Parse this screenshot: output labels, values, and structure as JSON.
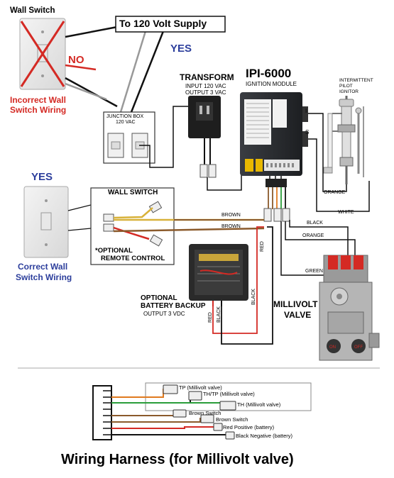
{
  "top": {
    "wall_switch_label": "Wall Switch",
    "supply_label": "To 120 Volt Supply",
    "no_label": "NO",
    "yes_label": "YES",
    "incorrect_label_1": "Incorrect Wall",
    "incorrect_label_2": "Switch Wiring",
    "junction_box_1": "JUNCTION BOX",
    "junction_box_2": "120 VAC"
  },
  "transformer": {
    "title": "TRANSFORM",
    "line1": "INPUT 120 VAC",
    "line2": "OUTPUT 3 VAC"
  },
  "module": {
    "title": "IPI-6000",
    "subtitle": "IGNITION MODULE",
    "terminal_i": "I",
    "terminal_s": "S"
  },
  "igniter": {
    "line1": "INTERMITTENT",
    "line2": "PILOT",
    "line3": "IGNITOR"
  },
  "middle": {
    "yes_label": "YES",
    "correct_label_1": "Correct Wall",
    "correct_label_2": "Switch Wiring",
    "wall_switch_box": "WALL SWITCH",
    "optional_remote_1": "*OPTIONAL",
    "optional_remote_2": "REMOTE CONTROL"
  },
  "wire_labels": {
    "brown1": "BROWN",
    "brown2": "BROWN",
    "black_top": "BLACK",
    "orange_right": "ORANGE",
    "orange_left": "ORANGE",
    "white": "WHITE",
    "green": "GREEN",
    "red": "RED",
    "black_mid": "BLACK",
    "red_batt": "RED",
    "black_batt": "BLACK"
  },
  "battery": {
    "line1": "OPTIONAL",
    "line2": "BATTERY BACKUP",
    "line3": "OUTPUT 3 VDC"
  },
  "valve": {
    "line1": "MILLIVOLT",
    "line2": "VALVE"
  },
  "harness": {
    "tp": "TP (Millivolt valve)",
    "thtp": "TH/TP (Millivolt valve)",
    "th": "TH (Millivolt valve)",
    "brown_switch_1": "Brown Switch",
    "brown_switch_2": "Brown Switch",
    "red_positive": "Red Positive (battery)",
    "black_negative": "Black Negative  (battery)"
  },
  "footer": {
    "title": "Wiring Harness (for Millivolt valve)"
  },
  "colors": {
    "red_accent": "#d42a24",
    "blue_accent": "#2c3e9c",
    "brown_wire": "#8b5a2b",
    "orange_wire": "#e07a1f",
    "green_wire": "#2a9d3a",
    "red_wire": "#d0202a",
    "black_wire": "#111111",
    "yellow_wire": "#d8b23a"
  }
}
